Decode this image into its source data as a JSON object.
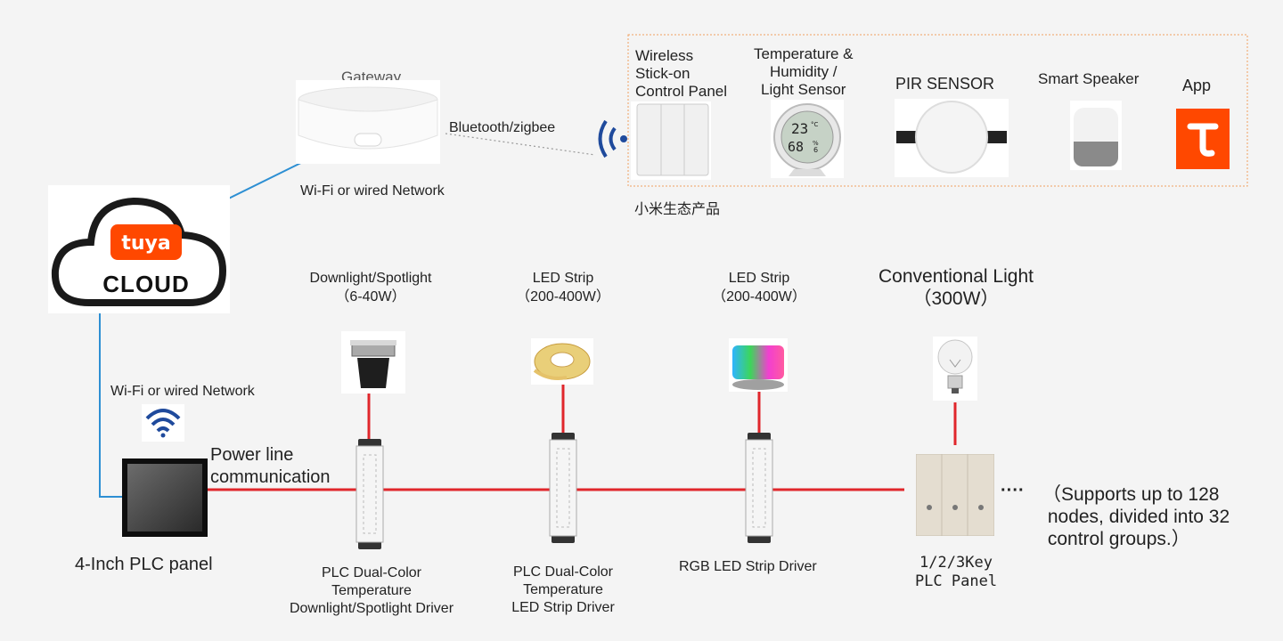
{
  "gateway": {
    "label": "Gateway",
    "link_label": "Bluetooth/zigbee",
    "network_label": "Wi-Fi or wired Network"
  },
  "ecosystem": {
    "caption": "小米生态产品",
    "devices": [
      {
        "label": "Wireless\nStick-on\nControl Panel"
      },
      {
        "label": "Temperature &\nHumidity /\nLight Sensor",
        "temp": "23",
        "temp_unit": "°C",
        "humidity": "68",
        "humidity_decimal": "6",
        "humidity_unit": "%"
      },
      {
        "label": "PIR SENSOR"
      },
      {
        "label": "Smart Speaker"
      },
      {
        "label": "App"
      }
    ]
  },
  "cloud": {
    "brand": "tuya",
    "label": "CLOUD"
  },
  "panel": {
    "network_label": "Wi-Fi or wired Network",
    "plc_label": "Power line\ncommunication",
    "name": "4-Inch PLC panel"
  },
  "loads": [
    {
      "title": "Downlight/Spotlight\n（6-40W）",
      "driver": "PLC Dual-Color\nTemperature\nDownlight/Spotlight Driver"
    },
    {
      "title": "LED Strip\n（200-400W）",
      "driver": "PLC Dual-Color\nTemperature\nLED Strip Driver"
    },
    {
      "title": "LED Strip\n（200-400W）",
      "driver": "RGB LED Strip Driver"
    },
    {
      "title": "Conventional Light\n（300W）",
      "driver": "1/2/3Key\nPLC Panel"
    }
  ],
  "ellipsis": "····",
  "note": "（Supports up to 128\n nodes, divided into 32\n control groups.）",
  "colors": {
    "plc_line": "#e0262b",
    "network_line": "#2d8fd3",
    "tuya_orange": "#ff4800",
    "wifi_blue": "#1f4a9c"
  }
}
